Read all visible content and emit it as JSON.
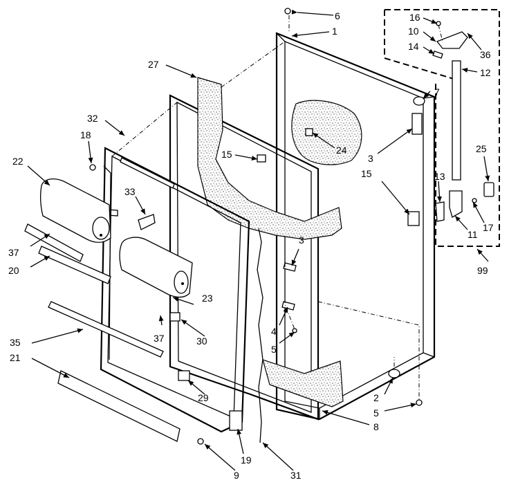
{
  "labels": [
    {
      "id": "1",
      "text": "1"
    },
    {
      "id": "6",
      "text": "6"
    },
    {
      "id": "16",
      "text": "16"
    },
    {
      "id": "10",
      "text": "10"
    },
    {
      "id": "14",
      "text": "14"
    },
    {
      "id": "36",
      "text": "36"
    },
    {
      "id": "12",
      "text": "12"
    },
    {
      "id": "7",
      "text": "7"
    },
    {
      "id": "27",
      "text": "27"
    },
    {
      "id": "32",
      "text": "32"
    },
    {
      "id": "18",
      "text": "18"
    },
    {
      "id": "22",
      "text": "22"
    },
    {
      "id": "15a",
      "text": "15"
    },
    {
      "id": "24",
      "text": "24"
    },
    {
      "id": "3a",
      "text": "3"
    },
    {
      "id": "15b",
      "text": "15"
    },
    {
      "id": "25",
      "text": "25"
    },
    {
      "id": "13",
      "text": "13"
    },
    {
      "id": "17",
      "text": "17"
    },
    {
      "id": "11",
      "text": "11"
    },
    {
      "id": "99",
      "text": "99"
    },
    {
      "id": "33",
      "text": "33"
    },
    {
      "id": "37a",
      "text": "37"
    },
    {
      "id": "20",
      "text": "20"
    },
    {
      "id": "3b",
      "text": "3"
    },
    {
      "id": "23",
      "text": "23"
    },
    {
      "id": "4",
      "text": "4"
    },
    {
      "id": "37b",
      "text": "37"
    },
    {
      "id": "30",
      "text": "30"
    },
    {
      "id": "5a",
      "text": "5"
    },
    {
      "id": "35",
      "text": "35"
    },
    {
      "id": "21",
      "text": "21"
    },
    {
      "id": "29",
      "text": "29"
    },
    {
      "id": "2",
      "text": "2"
    },
    {
      "id": "5b",
      "text": "5"
    },
    {
      "id": "8",
      "text": "8"
    },
    {
      "id": "19",
      "text": "19"
    },
    {
      "id": "9",
      "text": "9"
    },
    {
      "id": "31",
      "text": "31"
    }
  ]
}
